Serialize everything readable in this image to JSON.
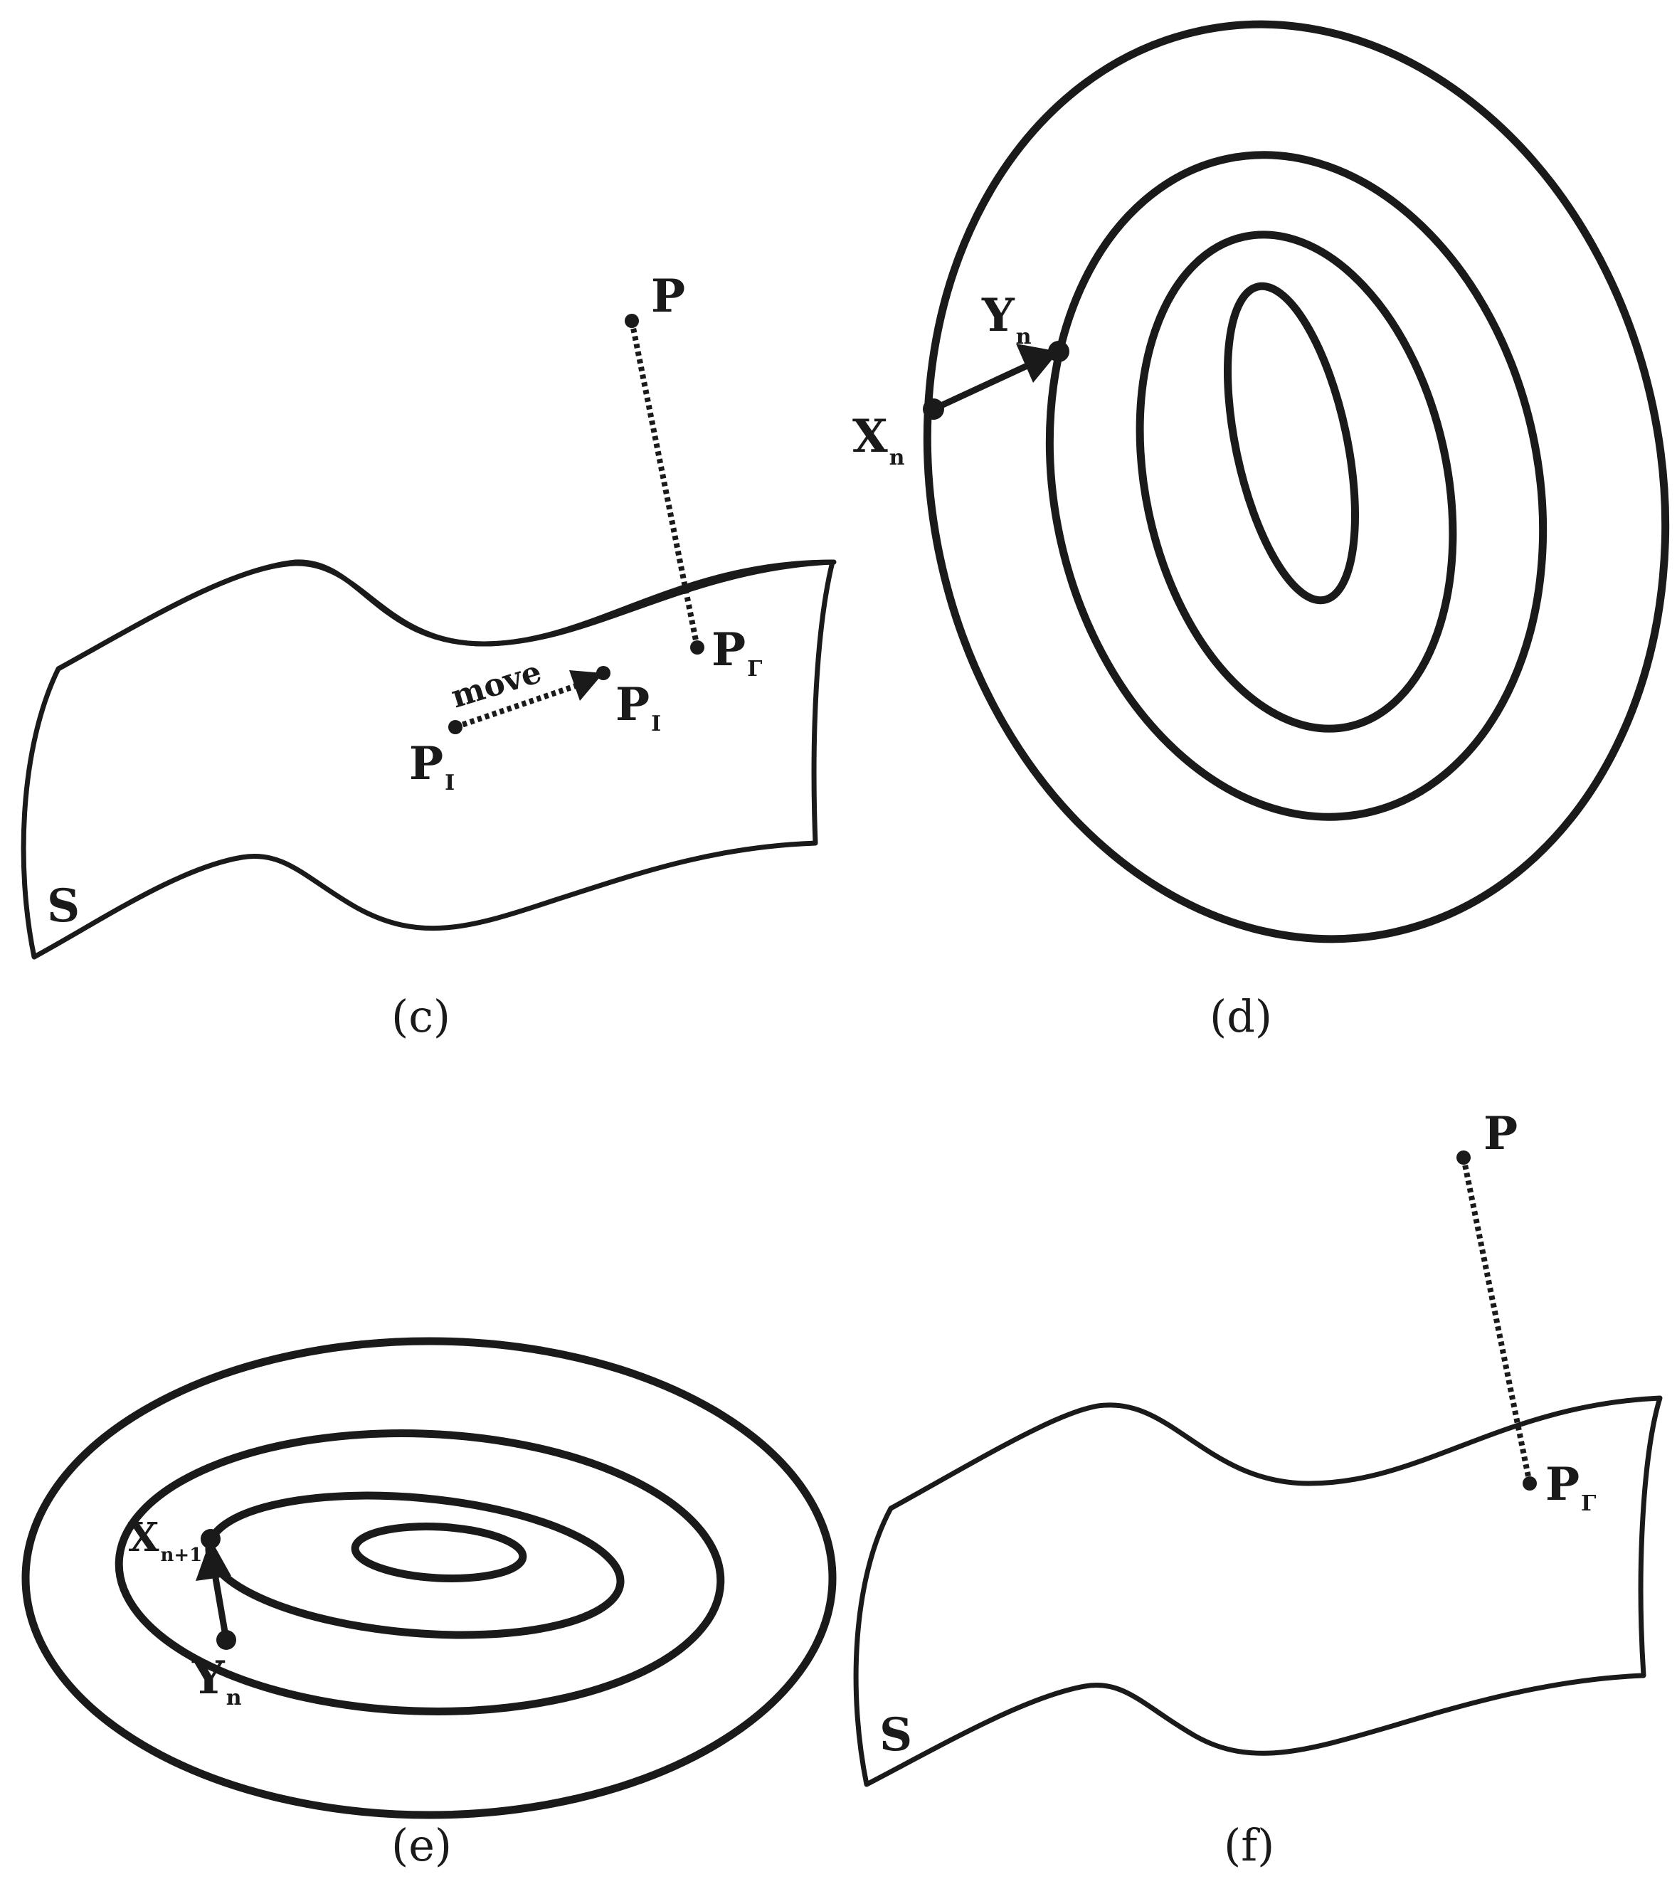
{
  "panels": {
    "c": {
      "caption": "(c)",
      "surface_label": "S",
      "point_p": {
        "main": "P",
        "sub": ""
      },
      "point_pgamma": {
        "main": "P",
        "sub": "Γ"
      },
      "point_pi_start": {
        "main": "P",
        "sub": "I"
      },
      "point_pi_end": {
        "main": "P",
        "sub": "I"
      },
      "move_label": "move"
    },
    "d": {
      "caption": "(d)",
      "point_x": {
        "main": "X",
        "sub": "n"
      },
      "point_y": {
        "main": "Y",
        "sub": "n"
      }
    },
    "e": {
      "caption": "(e)",
      "point_x": {
        "main": "X",
        "sub": "n+1"
      },
      "point_y": {
        "main": "Y",
        "sub": "n"
      }
    },
    "f": {
      "caption": "(f)",
      "surface_label": "S",
      "point_p": {
        "main": "P",
        "sub": ""
      },
      "point_pgamma": {
        "main": "P",
        "sub": "Γ"
      }
    }
  },
  "colors": {
    "ink": "#1a1a1a",
    "background": "#ffffff"
  }
}
